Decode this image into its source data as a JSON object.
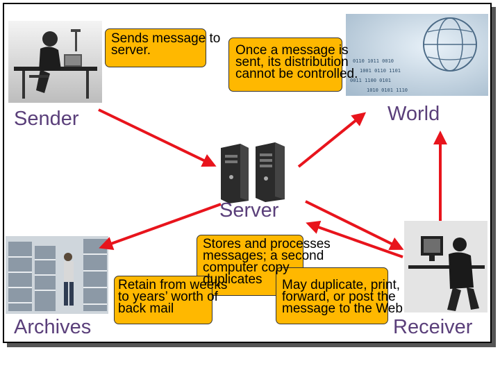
{
  "labels": {
    "sender": "Sender",
    "world": "World",
    "server": "Server",
    "archives": "Archives",
    "receiver": "Receiver"
  },
  "notes": {
    "sender_note": "Sends message to\nserver.",
    "world_note": "Once a message is\nsent, its distribution\ncannot be controlled.",
    "server_note": "Stores and processes\nmessages; a second\ncomputer copy\nduplicates",
    "archives_note": "Retain from weeks\nto years’ worth of\nback mail",
    "receiver_note": "May duplicate, print,\nforward, or post the\nmessage to the Web"
  },
  "colors": {
    "arrow": "#e8141c",
    "label": "#5a3f7a",
    "note_fill": "#ffb800"
  },
  "icons": {
    "sender": "person-at-desk-icon",
    "world": "globe-network-icon",
    "server": "server-towers-icon",
    "archives": "archive-shelves-icon",
    "receiver": "person-at-computer-icon"
  }
}
